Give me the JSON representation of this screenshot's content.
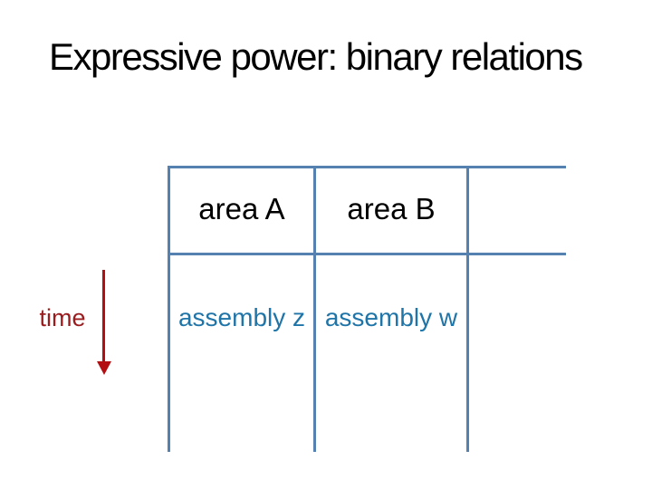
{
  "slide": {
    "title": "Expressive power: binary relations",
    "time_axis": {
      "label": "time",
      "arrow_icon": "down-arrow"
    },
    "table": {
      "columns": [
        {
          "label": "area A"
        },
        {
          "label": "area B"
        },
        {
          "label": ""
        }
      ],
      "rows": [
        {
          "cells": [
            "assembly z",
            "assembly w",
            ""
          ]
        }
      ],
      "style_notes": "open right edge and open bottom edge; only header row has horizontal rules"
    },
    "colors": {
      "background": "#ffffff",
      "title_text": "#000000",
      "table_border": "#5581b0",
      "header_text": "#000000",
      "cell_text": "#1f74a8",
      "time_label": "#9b1c1e",
      "arrow": "#b30f13"
    }
  }
}
